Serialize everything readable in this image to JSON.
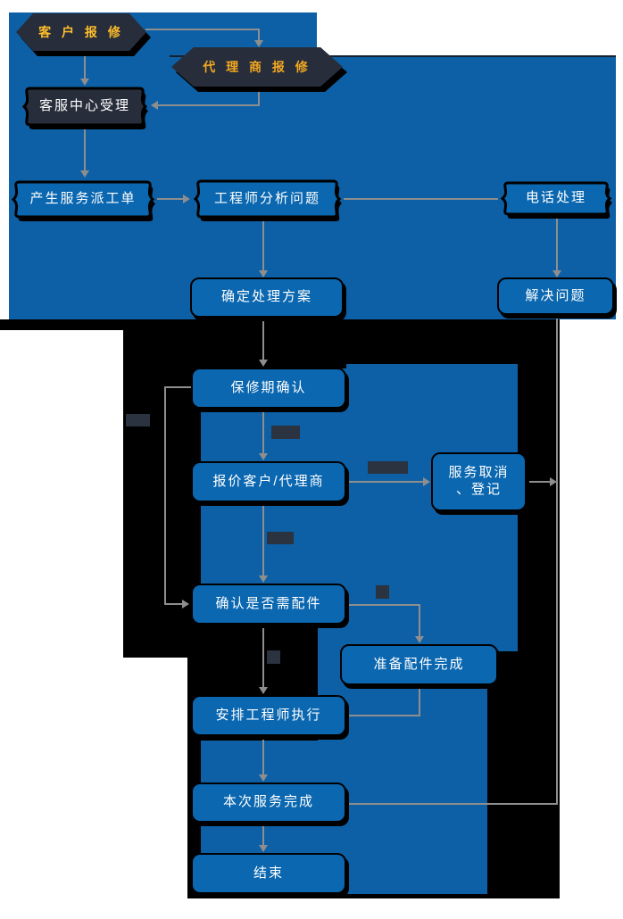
{
  "diagram_type": "flowchart",
  "language": "zh-CN",
  "colors": {
    "canvas_blue": "#0D60A5",
    "node_blue": "#0A67B0",
    "dark_navy": "#272D3B",
    "tag_navy": "#2B3240",
    "line_gray": "#8E8E8E",
    "black": "#000000",
    "white_text": "#FFFFFF",
    "hex_text_customer": "#FFBE2A",
    "hex_text_agent": "#F2A81F"
  },
  "nodes": {
    "customer_report": {
      "label": "客 户 报 修",
      "shape": "hexagon"
    },
    "agent_report": {
      "label": "代 理 商 报 修",
      "shape": "hexagon"
    },
    "service_center": {
      "label": "客服中心受理",
      "shape": "wavy-dark"
    },
    "work_order": {
      "label": "产生服务派工单",
      "shape": "wavy"
    },
    "engineer_analyze": {
      "label": "工程师分析问题",
      "shape": "wavy"
    },
    "phone_handle": {
      "label": "电话处理",
      "shape": "wavy"
    },
    "determine_plan": {
      "label": "确定处理方案",
      "shape": "rounded"
    },
    "solve_problem": {
      "label": "解决问题",
      "shape": "rounded"
    },
    "warranty_confirm": {
      "label": "保修期确认",
      "shape": "rounded"
    },
    "quote": {
      "label": "报价客户/代理商",
      "shape": "rounded"
    },
    "service_cancel": {
      "label": "服务取消",
      "label_line2": "、登记",
      "shape": "rounded"
    },
    "parts_needed": {
      "label": "确认是否需配件",
      "shape": "rounded"
    },
    "parts_ready": {
      "label": "准备配件完成",
      "shape": "rounded"
    },
    "assign_engineer": {
      "label": "安排工程师执行",
      "shape": "rounded"
    },
    "service_complete": {
      "label": "本次服务完成",
      "shape": "rounded"
    },
    "end": {
      "label": "结束",
      "shape": "rounded"
    }
  },
  "edges": [
    {
      "from": "customer_report",
      "to": "agent_report"
    },
    {
      "from": "customer_report",
      "to": "service_center"
    },
    {
      "from": "agent_report",
      "to": "service_center"
    },
    {
      "from": "service_center",
      "to": "work_order"
    },
    {
      "from": "work_order",
      "to": "engineer_analyze"
    },
    {
      "from": "engineer_analyze",
      "to": "phone_handle"
    },
    {
      "from": "engineer_analyze",
      "to": "determine_plan"
    },
    {
      "from": "phone_handle",
      "to": "solve_problem"
    },
    {
      "from": "determine_plan",
      "to": "warranty_confirm"
    },
    {
      "from": "warranty_confirm",
      "to": "quote"
    },
    {
      "from": "warranty_confirm",
      "to": "parts_needed"
    },
    {
      "from": "quote",
      "to": "service_cancel"
    },
    {
      "from": "quote",
      "to": "parts_needed"
    },
    {
      "from": "service_cancel",
      "to": "service_complete"
    },
    {
      "from": "solve_problem",
      "to": "service_complete"
    },
    {
      "from": "parts_needed",
      "to": "parts_ready"
    },
    {
      "from": "parts_needed",
      "to": "assign_engineer"
    },
    {
      "from": "parts_ready",
      "to": "assign_engineer"
    },
    {
      "from": "assign_engineer",
      "to": "service_complete"
    },
    {
      "from": "service_complete",
      "to": "end"
    }
  ],
  "condition_tags": [
    {
      "text": ""
    },
    {
      "text": ""
    },
    {
      "text": ""
    },
    {
      "text": ""
    },
    {
      "text": ""
    },
    {
      "text": ""
    }
  ]
}
